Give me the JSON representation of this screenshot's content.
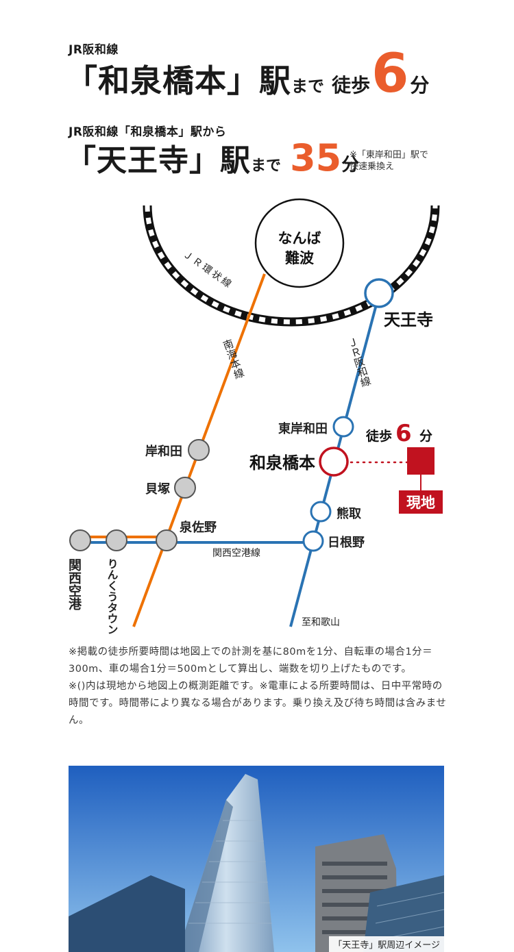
{
  "header": {
    "line1": "JR阪和線",
    "headline_station": "「和泉橋本」駅",
    "headline_made": "まで",
    "headline_walk": "徒歩",
    "headline_walk_min": "6",
    "headline_fun": "分",
    "line2": "JR阪和線「和泉橋本」駅から",
    "headline2_station": "「天王寺」駅",
    "headline2_made": "まで",
    "headline2_min": "35",
    "headline2_fun": "分",
    "note_line1": "※「東岸和田」駅で",
    "note_line2": "快速乗換え"
  },
  "map": {
    "namba_line1": "なんば",
    "namba_line2": "難波",
    "loop_line_label": "ＪＲ環状線",
    "nankai_label": "南海本線",
    "hanwa_label": "ＪＲ阪和線",
    "tennoji": "天王寺",
    "higashikishiwada": "東岸和田",
    "izumihashimoto": "和泉橋本",
    "kumatori": "熊取",
    "hineno": "日根野",
    "kishiwada": "岸和田",
    "kaizuka": "貝塚",
    "izumisano": "泉佐野",
    "kansai_airport": "関西空港",
    "rinku_town": "りんくうタウン",
    "airport_line_label": "関西空港線",
    "to_wakayama": "至和歌山",
    "walk_label": "徒歩",
    "walk_min": "6",
    "walk_fun": "分",
    "site_label": "現地",
    "colors": {
      "jr_blue": "#2a73b3",
      "nankai_orange": "#ee7100",
      "site_red": "#c1121f",
      "accent_orange": "#ea5d2c"
    }
  },
  "notes": {
    "p1": "※掲載の徒歩所要時間は地図上での計測を基に80mを1分、自転車の場合1分＝300m、車の場合1分＝500mとして算出し、端数を切り上げたものです。",
    "p2": "※()内は現地から地図上の概測距離です。※電車による所要時間は、日中平常時の時間です。時間帯により異なる場合があります。乗り換え及び待ち時間は含みません。"
  },
  "photo": {
    "caption": "「天王寺」駅周辺イメージ"
  }
}
